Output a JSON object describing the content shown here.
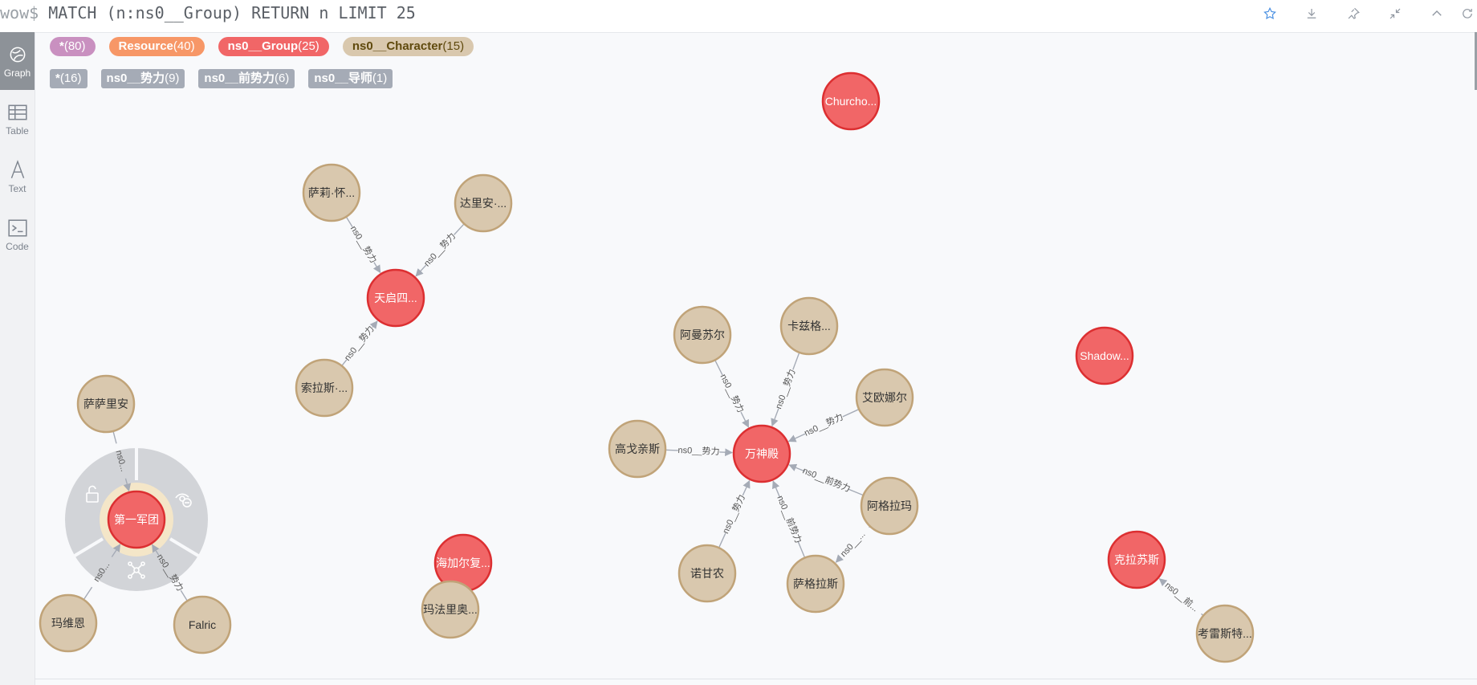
{
  "query": {
    "prompt": "wow$",
    "text": " MATCH (n:ns0__Group) RETURN n LIMIT 25"
  },
  "toolbar": {
    "buttons": [
      {
        "name": "star-icon"
      },
      {
        "name": "download-icon"
      },
      {
        "name": "pin-icon"
      },
      {
        "name": "collapse-icon"
      },
      {
        "name": "chevron-up-icon"
      },
      {
        "name": "refresh-icon"
      }
    ]
  },
  "rail": {
    "graph": "Graph",
    "table": "Table",
    "text": "Text",
    "code": "Code"
  },
  "legend": {
    "labels": [
      {
        "name": "*",
        "count": "(80)",
        "bg": "#c990c0",
        "fg": "#ffffff"
      },
      {
        "name": "Resource",
        "count": "(40)",
        "bg": "#f79767",
        "fg": "#ffffff"
      },
      {
        "name": "ns0__Group",
        "count": "(25)",
        "bg": "#f16667",
        "fg": "#ffffff"
      },
      {
        "name": "ns0__Character",
        "count": "(15)",
        "bg": "#d9c8ae",
        "fg": "#604a0e"
      }
    ],
    "rels": [
      {
        "name": "*",
        "count": "(16)"
      },
      {
        "name": "ns0__势力",
        "count": "(9)"
      },
      {
        "name": "ns0__前势力",
        "count": "(6)"
      },
      {
        "name": "ns0__导师",
        "count": "(1)"
      }
    ]
  },
  "colors": {
    "group": "#f16667",
    "group_stroke": "#dc2f31",
    "character": "#d9c8ae",
    "character_stroke": "#c0a378"
  },
  "nodes": [
    {
      "id": "churcho",
      "label": "Churcho...",
      "type": "group"
    },
    {
      "id": "sally",
      "label": "萨莉·怀...",
      "type": "character"
    },
    {
      "id": "darian",
      "label": "达里安·...",
      "type": "character"
    },
    {
      "id": "tianqi",
      "label": "天启四...",
      "type": "group"
    },
    {
      "id": "solas",
      "label": "索拉斯·...",
      "type": "character"
    },
    {
      "id": "amansuer",
      "label": "阿曼苏尔",
      "type": "character"
    },
    {
      "id": "kazige",
      "label": "卡兹格...",
      "type": "character"
    },
    {
      "id": "aionaer",
      "label": "艾欧娜尔",
      "type": "character"
    },
    {
      "id": "gaogeqinsi",
      "label": "高戈亲斯",
      "type": "character"
    },
    {
      "id": "wanshendian",
      "label": "万神殿",
      "type": "group"
    },
    {
      "id": "agelama",
      "label": "阿格拉玛",
      "type": "character"
    },
    {
      "id": "nuoganong",
      "label": "诺甘农",
      "type": "character"
    },
    {
      "id": "sagelasi",
      "label": "萨格拉斯",
      "type": "character"
    },
    {
      "id": "shadow",
      "label": "Shadow...",
      "type": "group"
    },
    {
      "id": "kelasusi",
      "label": "克拉苏斯",
      "type": "group"
    },
    {
      "id": "kaoleisite",
      "label": "考雷斯特...",
      "type": "character"
    },
    {
      "id": "sasalian",
      "label": "萨萨里安",
      "type": "character"
    },
    {
      "id": "diyijuntuan",
      "label": "第一军团",
      "type": "group"
    },
    {
      "id": "maweien",
      "label": "玛维恩",
      "type": "character"
    },
    {
      "id": "falric",
      "label": "Falric",
      "type": "character"
    },
    {
      "id": "haijiaer",
      "label": "海加尔复...",
      "type": "group"
    },
    {
      "id": "mafaliao",
      "label": "玛法里奥...",
      "type": "character"
    }
  ],
  "relationships": [
    {
      "from": "sally",
      "to": "tianqi",
      "label": "ns0__势力"
    },
    {
      "from": "darian",
      "to": "tianqi",
      "label": "ns0__势力"
    },
    {
      "from": "solas",
      "to": "tianqi",
      "label": "ns0__势力"
    },
    {
      "from": "amansuer",
      "to": "wanshendian",
      "label": "ns0__势力"
    },
    {
      "from": "kazige",
      "to": "wanshendian",
      "label": "ns0__势力"
    },
    {
      "from": "aionaer",
      "to": "wanshendian",
      "label": "ns0__势力"
    },
    {
      "from": "gaogeqinsi",
      "to": "wanshendian",
      "label": "ns0__势力"
    },
    {
      "from": "agelama",
      "to": "wanshendian",
      "label": "ns0__前势力"
    },
    {
      "from": "nuoganong",
      "to": "wanshendian",
      "label": "ns0__势力"
    },
    {
      "from": "sagelasi",
      "to": "wanshendian",
      "label": "ns0__前势力"
    },
    {
      "from": "agelama",
      "to": "sagelasi",
      "label": "ns0__..."
    },
    {
      "from": "kaoleisite",
      "to": "kelasusi",
      "label": "ns0__前..."
    },
    {
      "from": "sasalian",
      "to": "diyijuntuan",
      "label": "ns0..."
    },
    {
      "from": "maweien",
      "to": "diyijuntuan",
      "label": "ns0..."
    },
    {
      "from": "falric",
      "to": "diyijuntuan",
      "label": "ns0__势力"
    }
  ]
}
